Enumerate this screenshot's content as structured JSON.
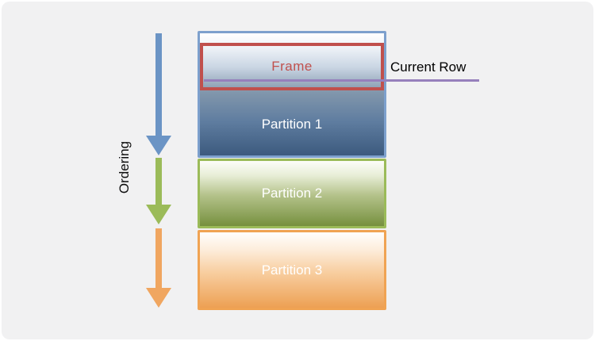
{
  "panel": {
    "background": "#f1f1f2"
  },
  "ordering": {
    "label": "Ordering",
    "text_color": "#0d0d0d"
  },
  "arrows": {
    "blue": {
      "name": "ordering-arrow-blue",
      "color": "#6b94c5"
    },
    "green": {
      "name": "ordering-arrow-green",
      "color": "#9bbb59"
    },
    "orange": {
      "name": "ordering-arrow-orange",
      "color": "#f0a660"
    }
  },
  "partitions": [
    {
      "label": "Partition 1",
      "border_color": "#7da0cd",
      "fill_top": "#ffffff",
      "fill_bottom": "#3c5a7e",
      "text_color": "#ffffff"
    },
    {
      "label": "Partition 2",
      "border_color": "#9bbb59",
      "fill_top": "#fdfdf9",
      "fill_bottom": "#76903e",
      "text_color": "#ffffff"
    },
    {
      "label": "Partition 3",
      "border_color": "#f0a353",
      "fill_top": "#fffefd",
      "fill_bottom": "#eda053",
      "text_color": "#ffffff"
    }
  ],
  "frame": {
    "label": "Frame",
    "border_color": "#c0504d",
    "text_color": "#c0504d"
  },
  "current_row": {
    "label": "Current Row",
    "line_color": "#9680bc",
    "text_color": "#000000"
  }
}
